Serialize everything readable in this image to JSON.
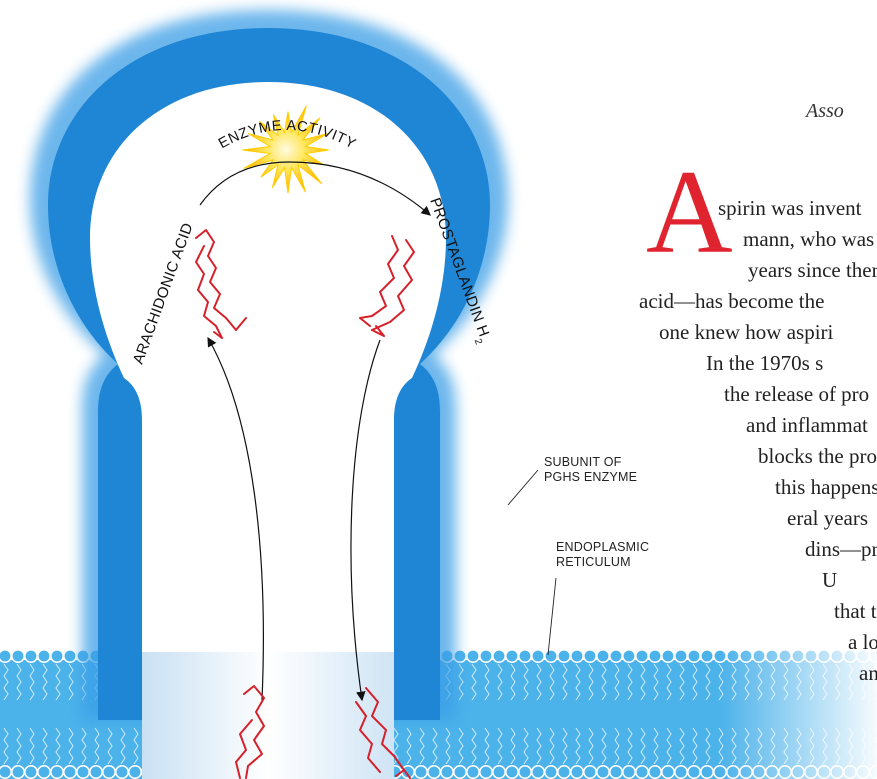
{
  "diagram": {
    "enzyme_activity_label": "ENZYME ACTIVITY",
    "arachidonic_label": "ARACHIDONIC ACID",
    "prostaglandin_label": "PROSTAGLANDIN H",
    "prostaglandin_subscript": "2",
    "subunit_label_line1": "SUBUNIT OF",
    "subunit_label_line2": "PGHS ENZYME",
    "er_label_line1": "ENDOPLASMIC",
    "er_label_line2": "RETICULUM",
    "colors": {
      "enzyme_blue": "#1f86d6",
      "membrane_blue": "#3aa9e6",
      "molecule_red": "#d6202a",
      "burst_yellow": "#ffd21a"
    }
  },
  "article": {
    "byline_fragment": "Asso",
    "dropcap": "A",
    "lines": [
      "spirin was invent",
      "mann, who was",
      "years since ther",
      "acid—has become the",
      "one knew how aspiri",
      "In the 1970s s",
      "the release of pro",
      "and  inflammat",
      "blocks  the  pro",
      "this happens",
      "eral years",
      "dins—pr",
      "U",
      "that t",
      "a lo",
      "an"
    ]
  }
}
